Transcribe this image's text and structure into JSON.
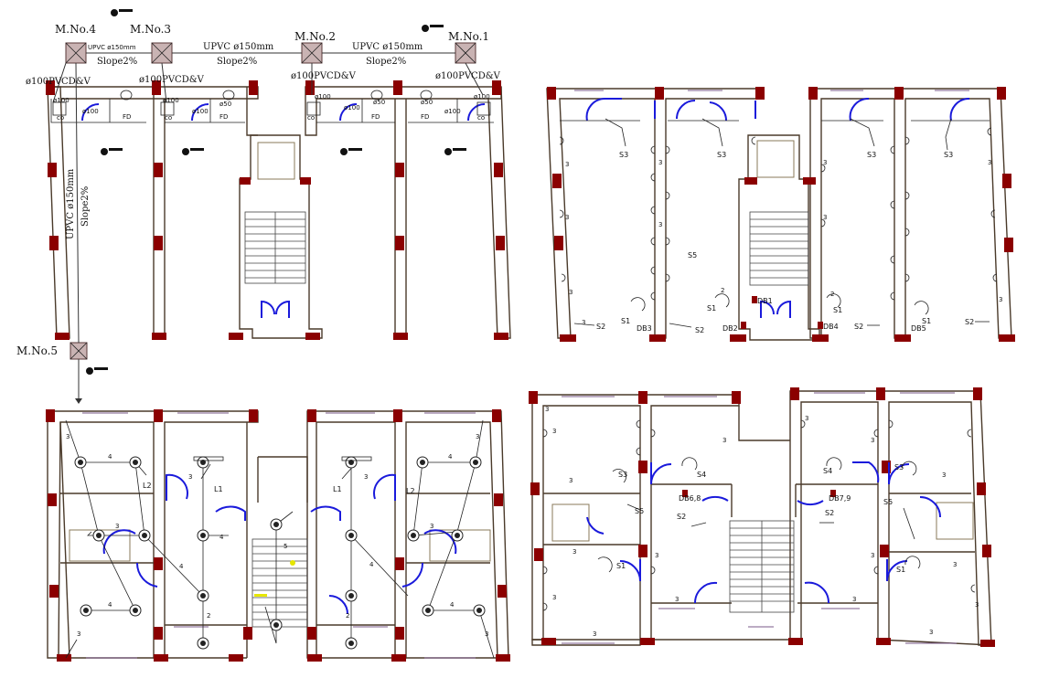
{
  "manholes": [
    {
      "label": "M.No.1"
    },
    {
      "label": "M.No.2"
    },
    {
      "label": "M.No.3"
    },
    {
      "label": "M.No.4"
    },
    {
      "label": "M.No.5"
    }
  ],
  "pipe_labels": {
    "upvc_150": "UPVC  ø150mm",
    "upvc_150_tight": "UPVC  ø150mm",
    "slope": "Slope2%",
    "cdv": "ø100PVCD&V",
    "d100": "ø100",
    "fd": "FD",
    "co": "co",
    "d50": "ø50"
  },
  "switch_labels": {
    "s1": "S1",
    "s2": "S2",
    "s3": "S3",
    "s4": "S4",
    "s5": "S5",
    "db1": "DB1",
    "db2": "DB2",
    "db3": "DB3",
    "db4": "DB4",
    "db5": "DB5",
    "db68": "DB6,8",
    "db79": "DB7,9",
    "l1": "L1",
    "l2": "L2"
  },
  "wire_counts": [
    "2",
    "3",
    "4",
    "5"
  ]
}
